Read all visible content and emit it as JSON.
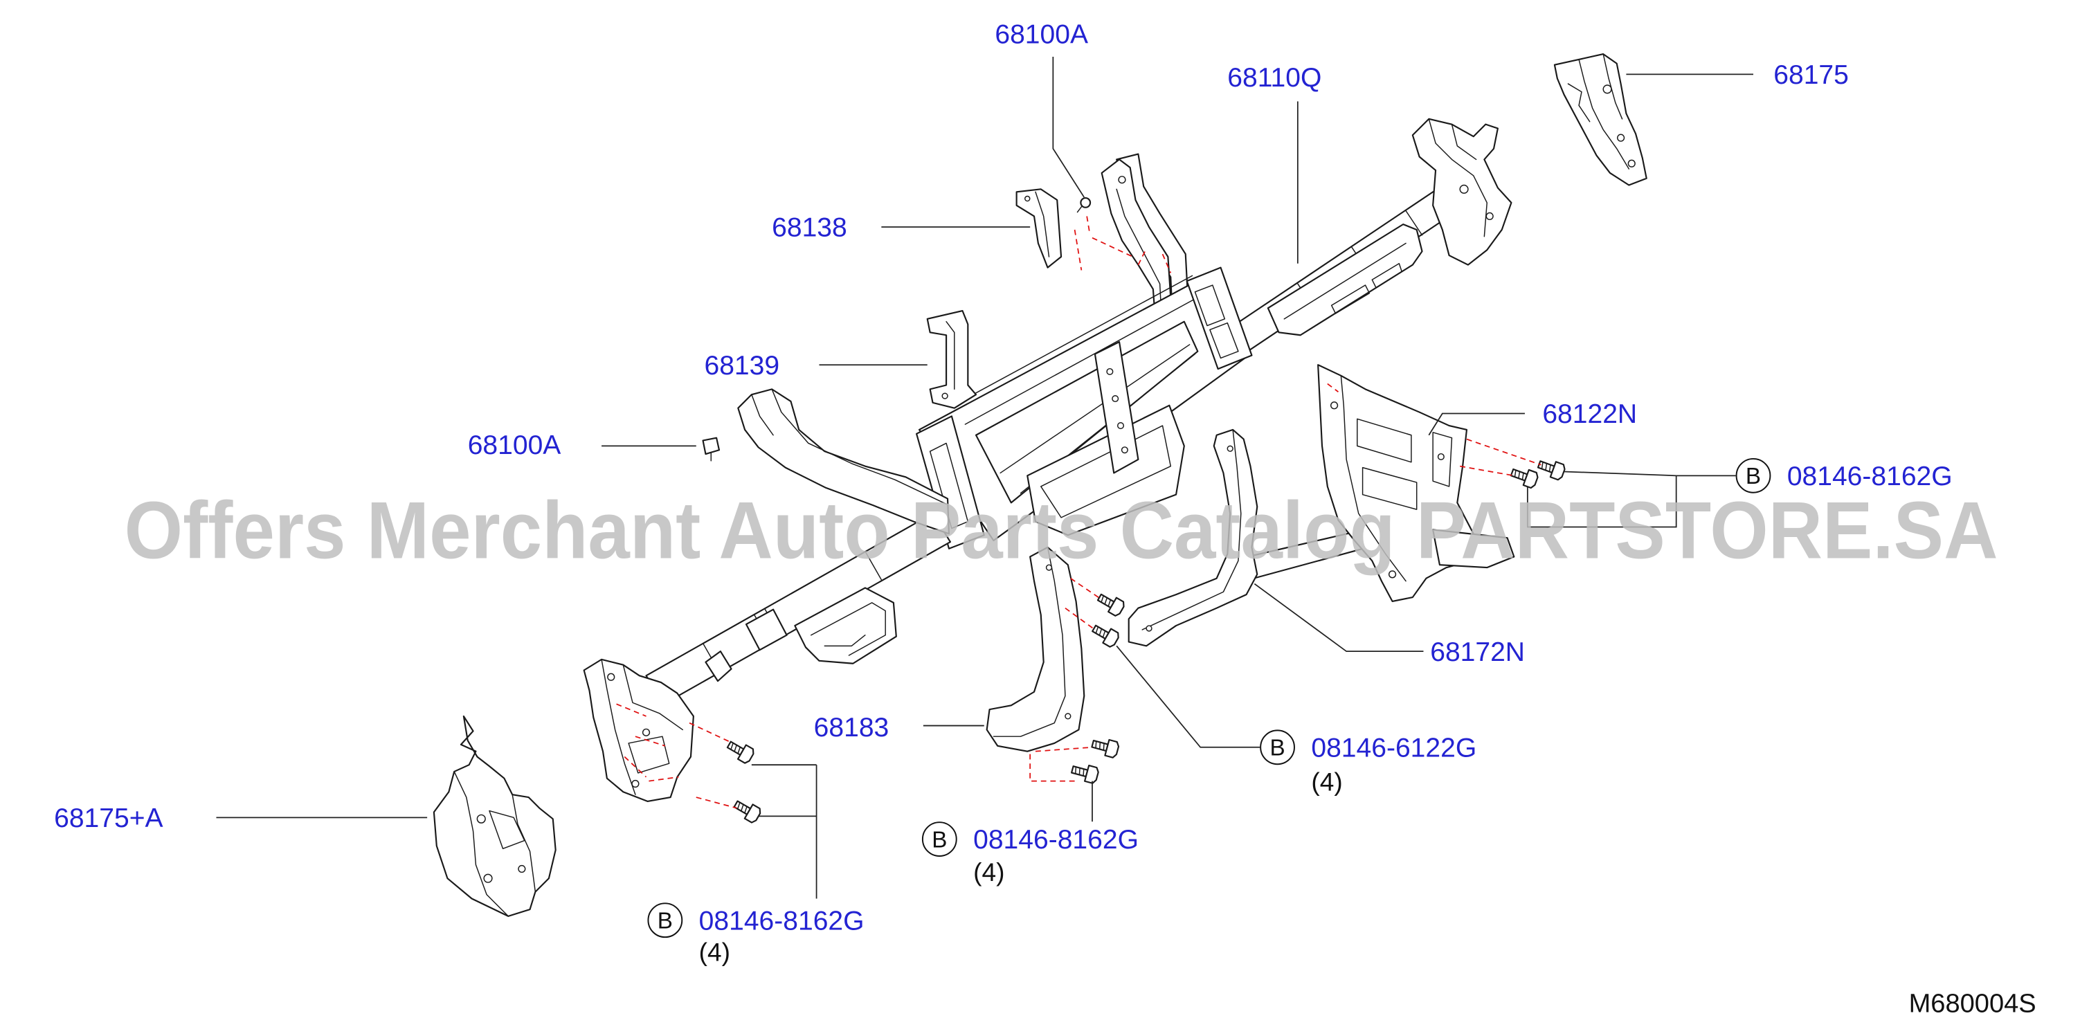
{
  "diagram": {
    "figure_code": "M680004S",
    "watermark": "Offers Merchant Auto Parts Catalog PARTSTORE.SA",
    "part_labels": [
      {
        "part_number": "68100A"
      },
      {
        "part_number": "68110Q"
      },
      {
        "part_number": "68175"
      },
      {
        "part_number": "68138"
      },
      {
        "part_number": "68139"
      },
      {
        "part_number": "68100A"
      },
      {
        "part_number": "68122N"
      },
      {
        "part_number": "68172N"
      },
      {
        "part_number": "68183"
      },
      {
        "part_number": "68175+A"
      }
    ],
    "bolt_callouts": [
      {
        "marker": "B",
        "part_number": "08146-8162G"
      },
      {
        "marker": "B",
        "part_number": "08146-6122G",
        "quantity": "(4)"
      },
      {
        "marker": "B",
        "part_number": "08146-8162G",
        "quantity": "(4)"
      },
      {
        "marker": "B",
        "part_number": "08146-8162G",
        "quantity": "(4)"
      }
    ]
  },
  "colors": {
    "label_text": "#2323d2",
    "line_art": "#1a1a1a",
    "fastener_dash": "#e01010",
    "watermark": "#bfbfbf",
    "background": "#ffffff"
  }
}
